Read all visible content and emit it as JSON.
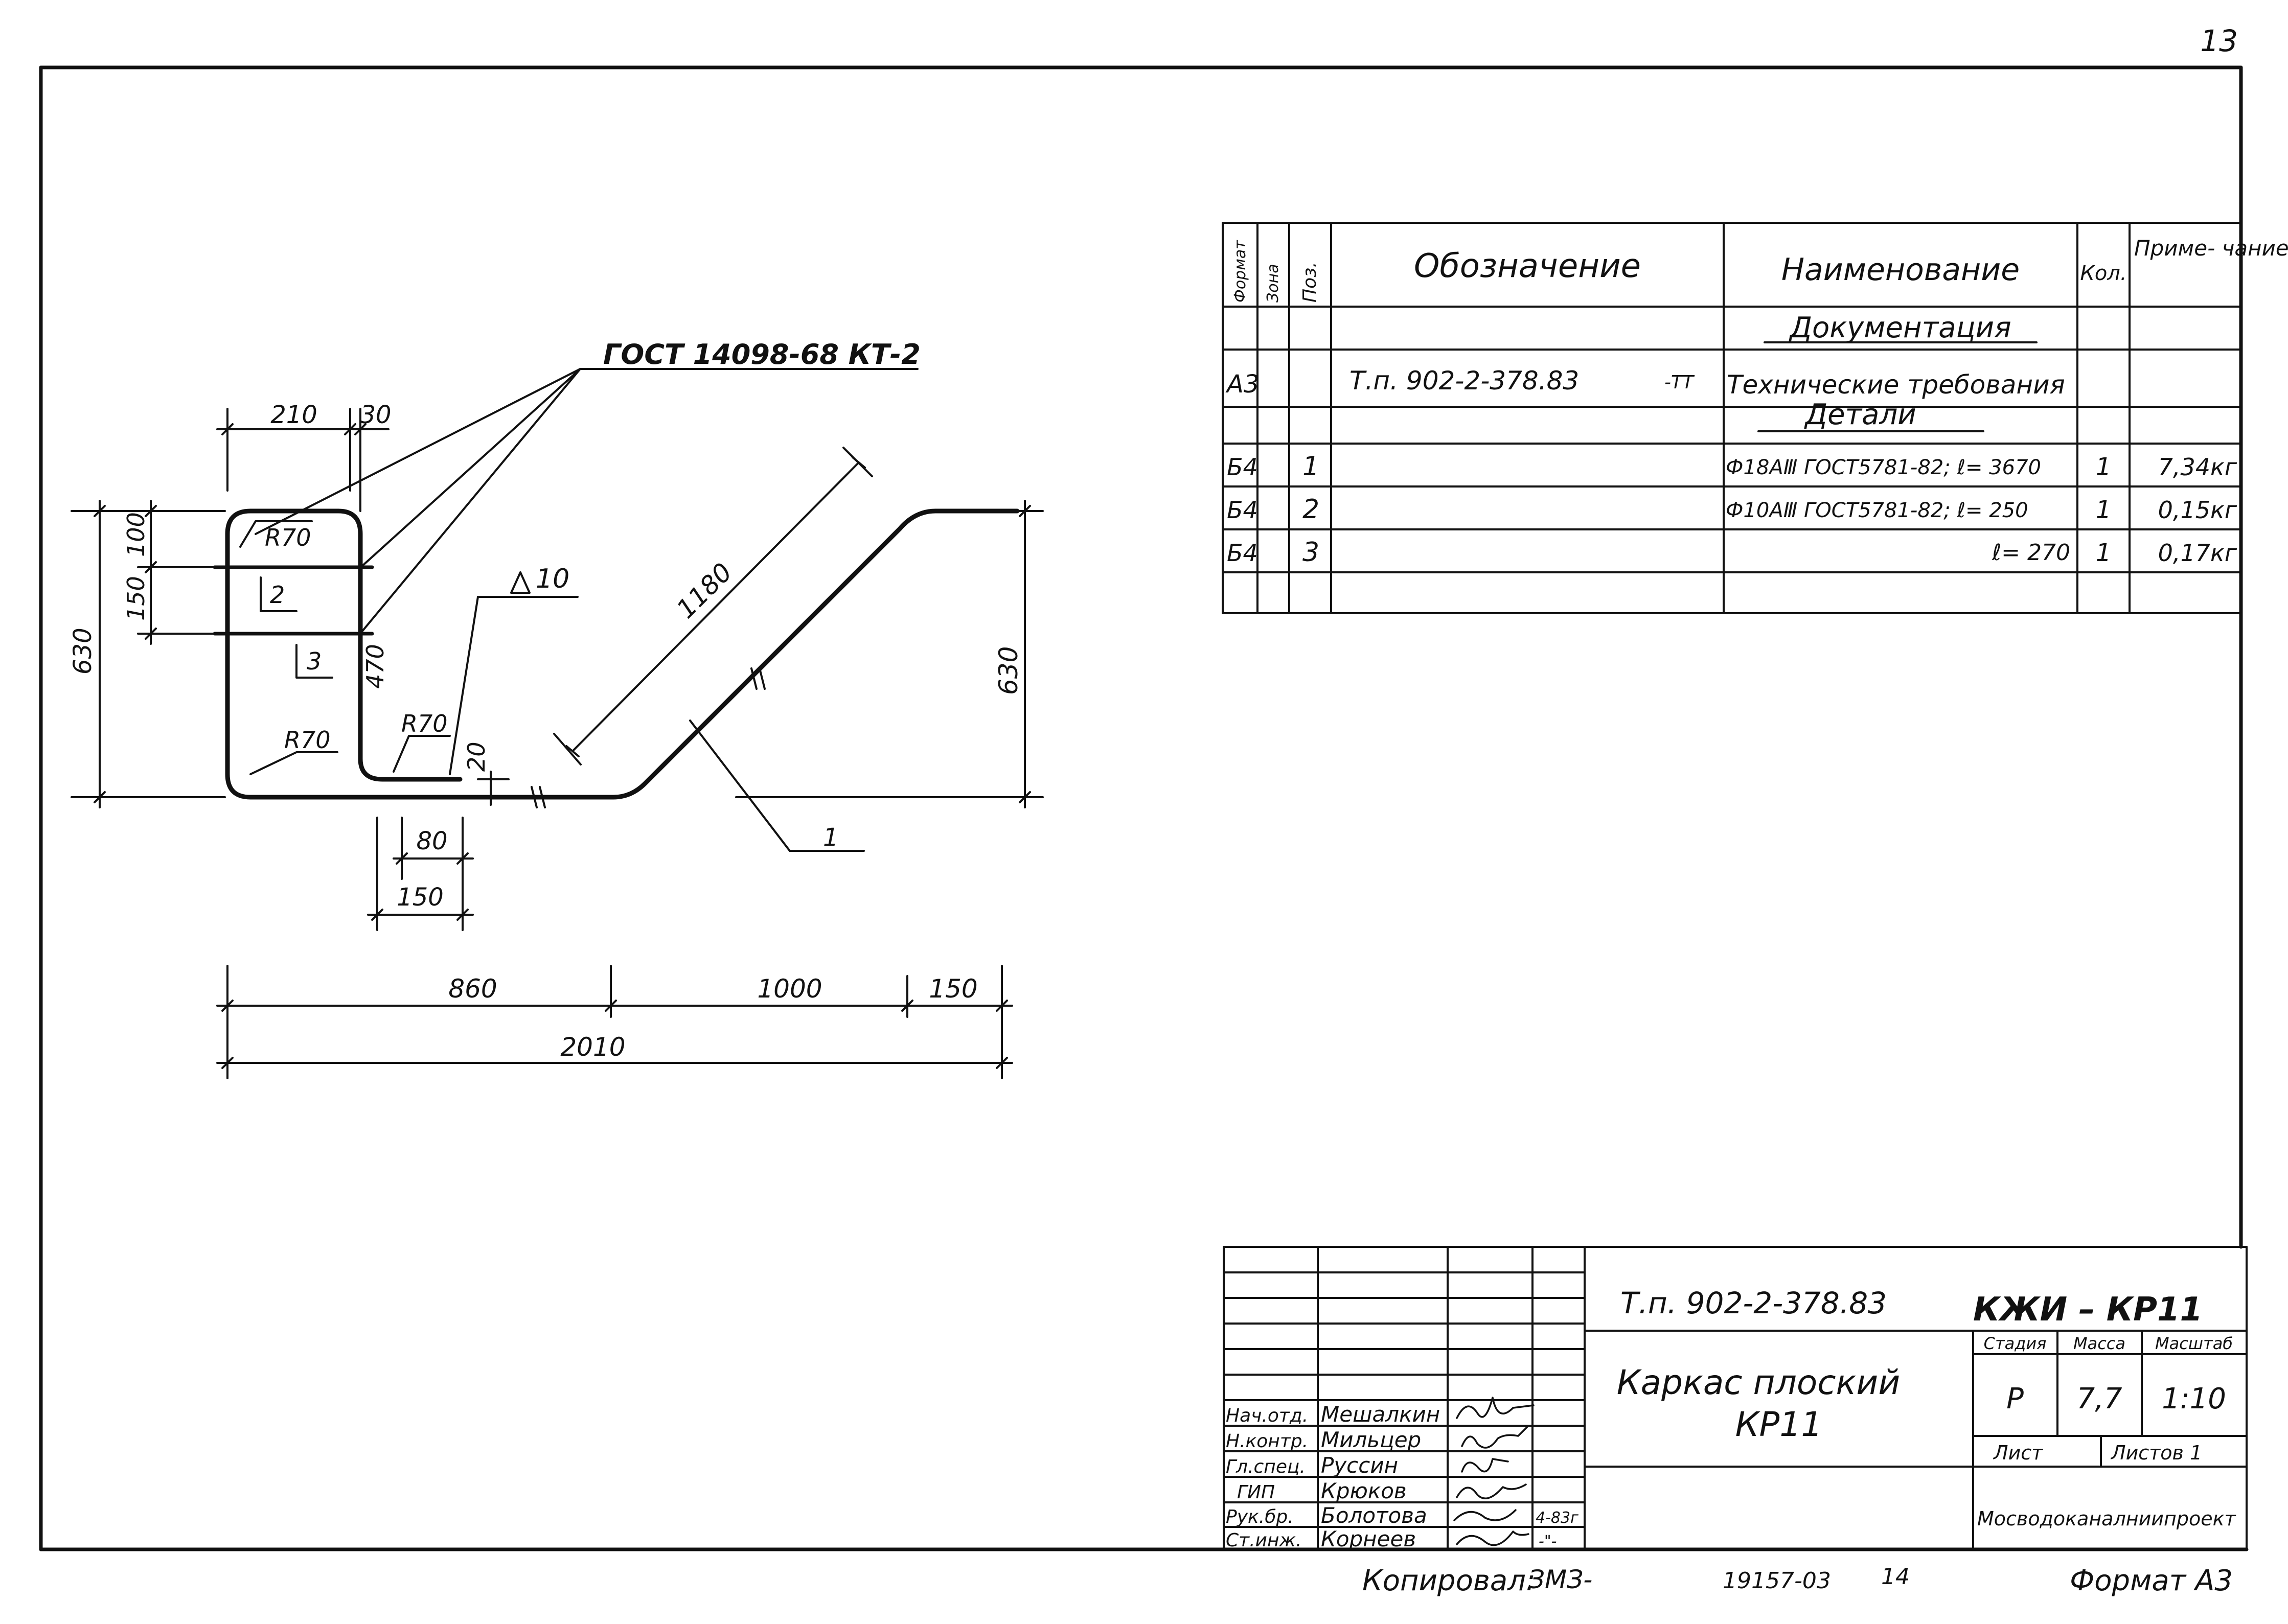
{
  "page": {
    "number": "13",
    "copied_label": "Копировал:",
    "copied_sign": "ЗМЗ-",
    "order_number": "19157-03",
    "order_suffix": "14",
    "format": "Формат А3"
  },
  "spec": {
    "headers": {
      "format": "Формат",
      "zone": "Зона",
      "pos": "Поз.",
      "designation": "Обозначение",
      "name": "Наименование",
      "qty": "Кол.",
      "note": "Приме- чание"
    },
    "sections": {
      "documentation": "Документация",
      "details": "Детали"
    },
    "rows": [
      {
        "format": "А3",
        "zone": "",
        "pos": "",
        "designation": "Т.п. 902-2-378.83",
        "designation_suffix": "-ТТ",
        "name": "Технические требования",
        "qty": "",
        "note": ""
      },
      {
        "format": "Б4",
        "zone": "",
        "pos": "1",
        "designation": "",
        "name": "Ф18АⅢ ГОСТ5781-82; ℓ= 3670",
        "qty": "1",
        "note": "7,34кг"
      },
      {
        "format": "Б4",
        "zone": "",
        "pos": "2",
        "designation": "",
        "name": "Ф10АⅢ ГОСТ5781-82; ℓ= 250",
        "qty": "1",
        "note": "0,15кг"
      },
      {
        "format": "Б4",
        "zone": "",
        "pos": "3",
        "designation": "",
        "name": "ℓ= 270",
        "qty": "1",
        "note": "0,17кг"
      }
    ]
  },
  "drawing": {
    "weld_ref": "ГОСТ 14098-68 КТ-2",
    "weld_leg": "10",
    "dims": {
      "top_210": "210",
      "top_30": "30",
      "left_630": "630",
      "left_100": "100",
      "left_150": "150",
      "mid_470": "470",
      "r_tl": "R70",
      "r_bl": "R70",
      "r_bi": "R70",
      "d_20": "20",
      "d_80": "80",
      "d_150": "150",
      "diag_1180": "1180",
      "right_630": "630",
      "bot_860": "860",
      "bot_1000": "1000",
      "bot_150": "150",
      "bot_2010": "2010"
    },
    "labels": {
      "pos1": "1",
      "pos2": "2",
      "pos3": "3"
    }
  },
  "title_block": {
    "doc_number": "Т.п. 902-2-378.83",
    "code": "КЖИ – КР11",
    "title_line1": "Каркас плоский",
    "title_line2": "КР11",
    "stage_label": "Стадия",
    "mass_label": "Масса",
    "scale_label": "Масштаб",
    "stage": "Р",
    "mass": "7,7",
    "scale": "1:10",
    "sheet_label": "Лист",
    "sheets_label": "Листов 1",
    "organization": "Мосводоканалниипроект",
    "signatures": [
      {
        "role": "Нач.отд.",
        "name": "Мешалкин",
        "date": ""
      },
      {
        "role": "Н.контр.",
        "name": "Мильцер",
        "date": ""
      },
      {
        "role": "Гл.спец.",
        "name": "Руссин",
        "date": ""
      },
      {
        "role": "ГИП",
        "name": "Крюков",
        "date": ""
      },
      {
        "role": "Рук.бр.",
        "name": "Болотова",
        "date": "4-83г"
      },
      {
        "role": "Ст.инж.",
        "name": "Корнеев",
        "date": "-\"-"
      }
    ]
  }
}
